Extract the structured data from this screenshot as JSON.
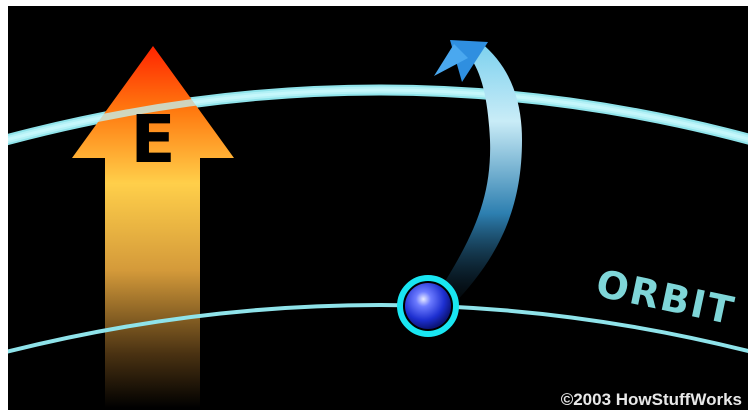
{
  "diagram": {
    "energy_label": "E",
    "orbit_label": "ORBIT",
    "copyright": "©2003 HowStuffWorks",
    "colors": {
      "background": "#000000",
      "orbit_line": "#8fe3ea",
      "electron": "#2438e0",
      "electron_ring": "#19e6f2",
      "energy_arrow_top": "#ff2a00",
      "energy_arrow_mid": "#ffd35a",
      "jump_arrow": "#2f9ad8"
    },
    "icons": {
      "energy_arrow": "up-arrow-icon",
      "jump_arrow": "curved-arrow-icon",
      "electron": "sphere-icon"
    }
  }
}
